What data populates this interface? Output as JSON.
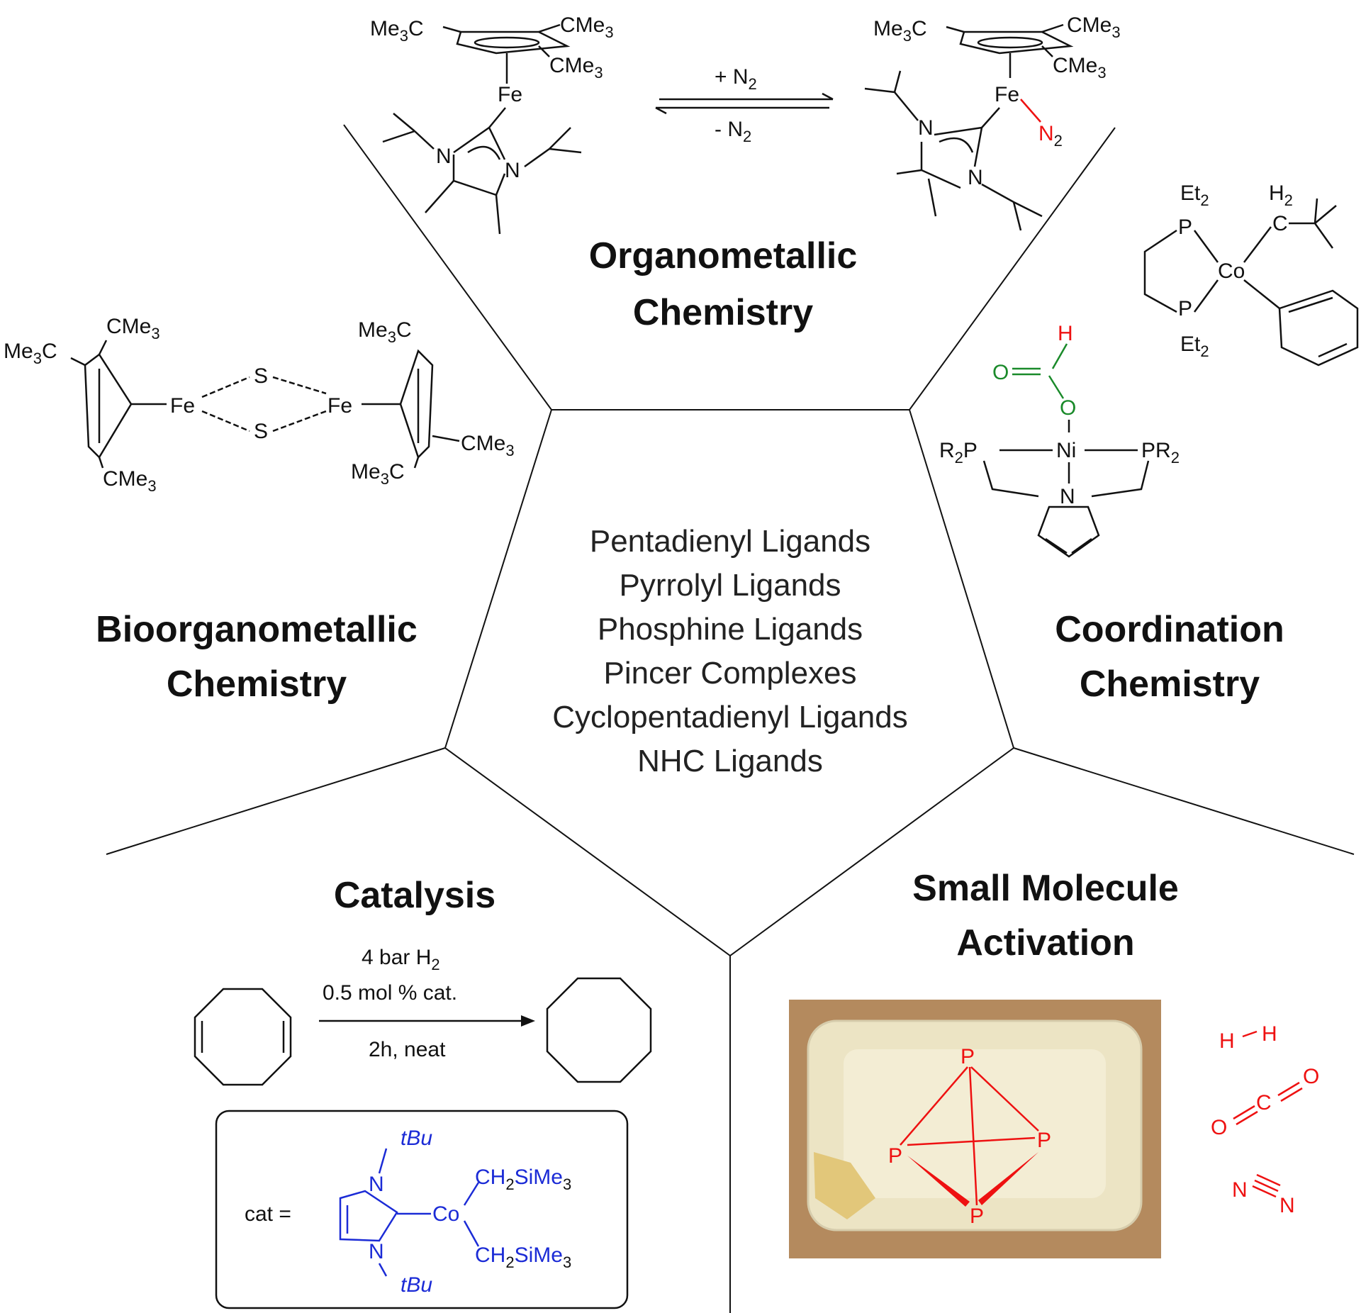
{
  "sections": {
    "organometallic": [
      "Organometallic",
      "Chemistry"
    ],
    "bioorganometallic": [
      "Bioorganometallic",
      "Chemistry"
    ],
    "coordination": [
      "Coordination",
      "Chemistry"
    ],
    "catalysis": [
      "Catalysis"
    ],
    "small_molecule": [
      "Small Molecule",
      "Activation"
    ]
  },
  "center_list": [
    "Pentadienyl Ligands",
    "Pyrrolyl Ligands",
    "Phosphine Ligands",
    "Pincer Complexes",
    "Cyclopentadienyl Ligands",
    "NHC Ligands"
  ],
  "equilibrium": {
    "forward": "+ N",
    "reverse": "- N",
    "sub": "2"
  },
  "catalysis_conditions": {
    "line1": "4 bar H",
    "line1_sub": "2",
    "line2": "0.5 mol % cat.",
    "line3": "2h, neat"
  },
  "catalyst_label": "cat =",
  "catalyst_atoms": {
    "metal": "Co",
    "n": "N",
    "tbu": "tBu",
    "alkyl": "CH",
    "alkyl_sub": "2",
    "alkyl_tail": "SiMe",
    "alkyl_tail_sub": "3"
  },
  "atoms": {
    "fe": "Fe",
    "n": "N",
    "s": "S",
    "p": "P",
    "co": "Co",
    "ni": "Ni",
    "o": "O",
    "h": "H",
    "c": "C",
    "cme3": "CMe",
    "me3c": "Me",
    "sub3": "3",
    "et2": "Et",
    "sub2": "2",
    "h2": "H",
    "r2p": "R",
    "pr2": "PR"
  },
  "small_molecules": {
    "h2": [
      "H",
      "H"
    ],
    "co2": [
      "O",
      "C",
      "O"
    ],
    "n2": [
      "N",
      "N"
    ]
  },
  "colors": {
    "n2_highlight": "#ee1111",
    "formate": "#1a8a2a",
    "catalyst": "#1b2bd6",
    "p4": "#ee1111"
  }
}
